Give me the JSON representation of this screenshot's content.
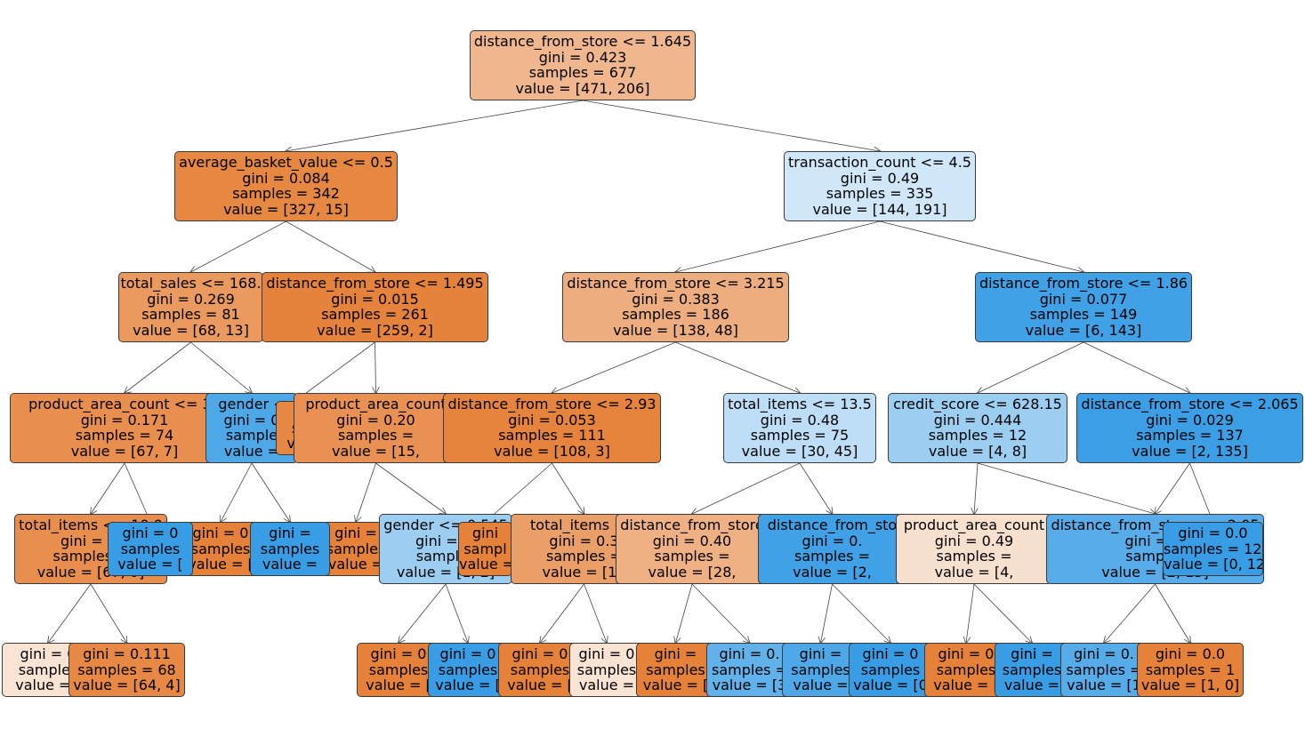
{
  "nodes": [
    {
      "id": "n0",
      "lines": [
        "distance_from_store <= 1.645",
        "gini = 0.423",
        "samples = 677",
        "value = [471, 206]"
      ],
      "fill": "#f0b78e"
    },
    {
      "id": "n1",
      "lines": [
        "average_basket_value <= 0.5",
        "gini = 0.084",
        "samples = 342",
        "value = [327, 15]"
      ],
      "fill": "#e68742"
    },
    {
      "id": "n2",
      "lines": [
        "transaction_count <= 4.5",
        "gini = 0.49",
        "samples = 335",
        "value = [144, 191]"
      ],
      "fill": "#cfe7f9"
    },
    {
      "id": "n3",
      "lines": [
        "total_sales <= 168.",
        "gini = 0.269",
        "samples = 81",
        "value = [68, 13]"
      ],
      "fill": "#ea995f"
    },
    {
      "id": "n4",
      "lines": [
        "distance_from_store <= 1.495",
        "gini = 0.015",
        "samples = 261",
        "value = [259, 2]"
      ],
      "fill": "#e5823b"
    },
    {
      "id": "n5",
      "lines": [
        "distance_from_store <= 3.215",
        "gini = 0.383",
        "samples = 186",
        "value = [138, 48]"
      ],
      "fill": "#eead7e"
    },
    {
      "id": "n6",
      "lines": [
        "distance_from_store <= 1.86",
        "gini = 0.077",
        "samples = 149",
        "value = [6, 143]"
      ],
      "fill": "#41a1e6"
    },
    {
      "id": "n7",
      "lines": [
        "product_area_count <= 33",
        "gini = 0.171",
        "samples = 74",
        "value = [67, 7]"
      ],
      "fill": "#e88e4e"
    },
    {
      "id": "n8",
      "lines": [
        "gender <",
        "gini = 0",
        "sample",
        "value ="
      ],
      "fill": "#4ea8e8"
    },
    {
      "id": "n8b",
      "lines": [
        "",
        "s",
        "va",
        ""
      ],
      "fill": "#e68844"
    },
    {
      "id": "n9",
      "lines": [
        "product_area_count",
        "gini = 0.20",
        "samples =",
        "value = [15,"
      ],
      "fill": "#e89152"
    },
    {
      "id": "n10",
      "lines": [
        "distance_from_store <= 2.93",
        "gini = 0.053",
        "samples = 111",
        "value = [108, 3]"
      ],
      "fill": "#e6843e"
    },
    {
      "id": "n11",
      "lines": [
        "total_items <= 13.5",
        "gini = 0.48",
        "samples = 75",
        "value = [30, 45]"
      ],
      "fill": "#bddef6"
    },
    {
      "id": "n12",
      "lines": [
        "credit_score <= 628.15",
        "gini = 0.444",
        "samples = 12",
        "value = [4, 8]"
      ],
      "fill": "#9ccef2"
    },
    {
      "id": "n13",
      "lines": [
        "distance_from_store <= 2.065",
        "gini = 0.029",
        "samples = 137",
        "value = [2, 135]"
      ],
      "fill": "#3c9ee5"
    },
    {
      "id": "n14",
      "lines": [
        "total_items <= 10.0",
        "gini = 0.",
        "samples =",
        "value = [67, 0]"
      ],
      "fill": "#e88f4f"
    },
    {
      "id": "n15",
      "lines": [
        "gini = 0",
        "samples",
        "value = [",
        ""
      ],
      "fill": "#399de5"
    },
    {
      "id": "n16",
      "lines": [
        "gini = 0",
        "samples",
        "value = [",
        ""
      ],
      "fill": "#e58139"
    },
    {
      "id": "n17",
      "lines": [
        "gini =",
        "samples",
        "value =",
        ""
      ],
      "fill": "#399de5"
    },
    {
      "id": "n18",
      "lines": [
        "gini =",
        "samples",
        "value =",
        ""
      ],
      "fill": "#e58139"
    },
    {
      "id": "n19",
      "lines": [
        "gender <= 0.545",
        "gini = 0.",
        "samples",
        "value = [1, 2]"
      ],
      "fill": "#9ccef2"
    },
    {
      "id": "n20",
      "lines": [
        "gini",
        "sampl",
        "value =",
        ""
      ],
      "fill": "#e58139"
    },
    {
      "id": "n21",
      "lines": [
        "total_items <=",
        "gini = 0.3",
        "samples =",
        "value = [12"
      ],
      "fill": "#eb9f68"
    },
    {
      "id": "n22",
      "lines": [
        "distance_from_store",
        "gini = 0.40",
        "samples =",
        "value = [28,"
      ],
      "fill": "#efb083"
    },
    {
      "id": "n23",
      "lines": [
        "distance_from_sto",
        "gini = 0.",
        "samples =",
        "value = [2,"
      ],
      "fill": "#41a1e6"
    },
    {
      "id": "n24",
      "lines": [
        "product_area_count",
        "gini = 0.49",
        "samples =",
        "value = [4,"
      ],
      "fill": "#f8e0ce"
    },
    {
      "id": "n25",
      "lines": [
        "distance_from_store <= 2.05",
        "gini = 0.",
        "samples",
        "value = [2, 13]"
      ],
      "fill": "#57ace9"
    },
    {
      "id": "n26",
      "lines": [
        "gini = 0.0",
        "samples = 122",
        "value = [0, 122]"
      ],
      "fill": "#399de5"
    },
    {
      "id": "n27",
      "lines": [
        "gini = 0",
        "samples",
        "value = [",
        ""
      ],
      "fill": "#f9e3d3"
    },
    {
      "id": "n28",
      "lines": [
        "gini = 0.111",
        "samples = 68",
        "value = [64, 4]"
      ],
      "fill": "#e78945"
    },
    {
      "id": "n29",
      "lines": [
        "gini = 0",
        "samples",
        "value = [",
        ""
      ],
      "fill": "#e58139"
    },
    {
      "id": "n30",
      "lines": [
        "gini = 0",
        "samples",
        "value = [",
        ""
      ],
      "fill": "#399de5"
    },
    {
      "id": "n31",
      "lines": [
        "gini = 0",
        "samples",
        "value = [",
        ""
      ],
      "fill": "#e58139"
    },
    {
      "id": "n32",
      "lines": [
        "gini = 0",
        "samples",
        "value =",
        ""
      ],
      "fill": "#f9e3d3"
    },
    {
      "id": "n33",
      "lines": [
        "gini =",
        "samples",
        "value = [",
        ""
      ],
      "fill": "#e58139"
    },
    {
      "id": "n34",
      "lines": [
        "gini = 0.",
        "samples =",
        "value = [3",
        ""
      ],
      "fill": "#61b1ea"
    },
    {
      "id": "n35",
      "lines": [
        "gini =",
        "samples",
        "value =",
        ""
      ],
      "fill": "#4ea8e8"
    },
    {
      "id": "n36",
      "lines": [
        "gini = 0",
        "samples",
        "value = [0",
        ""
      ],
      "fill": "#399de5"
    },
    {
      "id": "n37",
      "lines": [
        "gini = 0",
        "samples",
        "value = [",
        ""
      ],
      "fill": "#e58139"
    },
    {
      "id": "n38",
      "lines": [
        "gini =",
        "samples",
        "value =",
        ""
      ],
      "fill": "#399de5"
    },
    {
      "id": "n39",
      "lines": [
        "gini = 0.",
        "samples =",
        "value = [1",
        ""
      ],
      "fill": "#56abe9"
    },
    {
      "id": "n40",
      "lines": [
        "gini = 0.0",
        "samples = 1",
        "value = [1, 0]"
      ],
      "fill": "#e58139"
    }
  ],
  "edges": [
    [
      "n0",
      "n1"
    ],
    [
      "n0",
      "n2"
    ],
    [
      "n1",
      "n3"
    ],
    [
      "n1",
      "n4"
    ],
    [
      "n2",
      "n5"
    ],
    [
      "n2",
      "n6"
    ],
    [
      "n3",
      "n7"
    ],
    [
      "n3",
      "n8"
    ],
    [
      "n4",
      "n9"
    ],
    [
      "n4",
      "n8b"
    ],
    [
      "n5",
      "n10"
    ],
    [
      "n5",
      "n11"
    ],
    [
      "n6",
      "n12"
    ],
    [
      "n6",
      "n13"
    ],
    [
      "n7",
      "n14"
    ],
    [
      "n7",
      "n15"
    ],
    [
      "n8",
      "n16"
    ],
    [
      "n8",
      "n17"
    ],
    [
      "n9",
      "n18"
    ],
    [
      "n9",
      "n19"
    ],
    [
      "n10",
      "n21"
    ],
    [
      "n10",
      "n20"
    ],
    [
      "n11",
      "n22"
    ],
    [
      "n11",
      "n23"
    ],
    [
      "n12",
      "n24"
    ],
    [
      "n12",
      "n25"
    ],
    [
      "n13",
      "n25"
    ],
    [
      "n13",
      "n26"
    ],
    [
      "n14",
      "n27"
    ],
    [
      "n14",
      "n28"
    ],
    [
      "n19",
      "n29"
    ],
    [
      "n19",
      "n30"
    ],
    [
      "n21",
      "n31"
    ],
    [
      "n21",
      "n32"
    ],
    [
      "n22",
      "n33"
    ],
    [
      "n22",
      "n34"
    ],
    [
      "n23",
      "n35"
    ],
    [
      "n23",
      "n36"
    ],
    [
      "n24",
      "n37"
    ],
    [
      "n24",
      "n38"
    ],
    [
      "n25",
      "n39"
    ],
    [
      "n25",
      "n40"
    ]
  ]
}
